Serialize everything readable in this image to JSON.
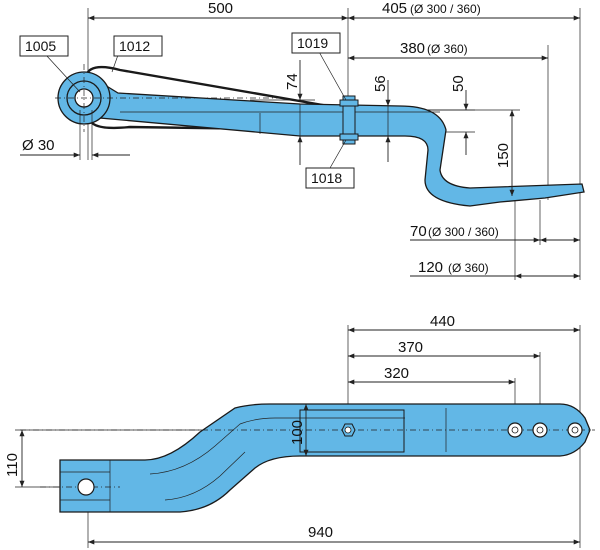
{
  "top_view": {
    "dimensions": {
      "d500": "500",
      "d405": "405",
      "d405_note": "(Ø 300 / 360)",
      "d380": "380",
      "d380_note": "(Ø 360)",
      "d74": "74",
      "d56": "56",
      "d50": "50",
      "d150": "150",
      "d30": "Ø 30",
      "d70": "70",
      "d70_note": "(Ø 300 / 360)",
      "d120": "120",
      "d120_note": "(Ø 360)"
    },
    "references": {
      "r1005": "1005",
      "r1012": "1012",
      "r1019": "1019",
      "r1018": "1018"
    }
  },
  "bottom_view": {
    "dimensions": {
      "d440": "440",
      "d370": "370",
      "d320": "320",
      "d100": "100",
      "d110": "110",
      "d940": "940"
    }
  },
  "colors": {
    "part_fill": "#62b7e6",
    "outline": "#1a1a1a"
  }
}
